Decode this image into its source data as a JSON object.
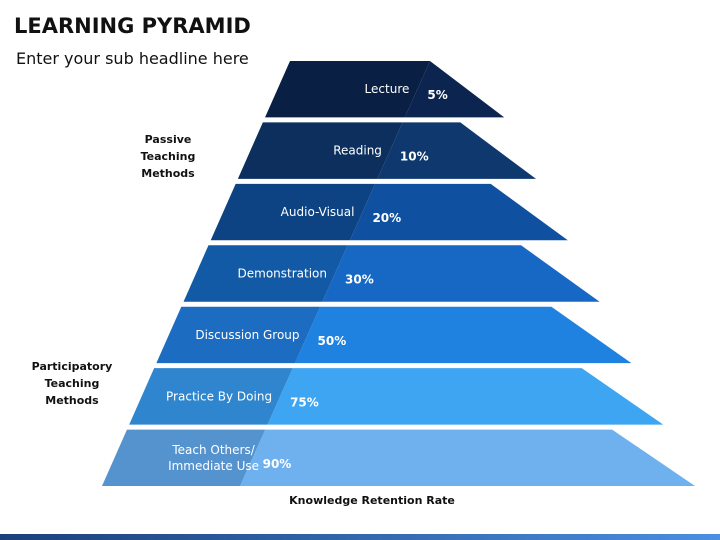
{
  "title": "LEARNING PYRAMID",
  "subtitle": "Enter your sub headline here",
  "groups": {
    "passive": [
      "Passive",
      "Teaching",
      "Methods"
    ],
    "participatory": [
      "Participatory",
      "Teaching",
      "Methods"
    ]
  },
  "footer": "Knowledge Retention Rate",
  "levels": [
    {
      "label": [
        "Lecture"
      ],
      "percent": "5%",
      "retention": 5,
      "left_color": "#0a1f44",
      "right_color": "#0c2450"
    },
    {
      "label": [
        "Reading"
      ],
      "percent": "10%",
      "retention": 10,
      "left_color": "#0c2f5e",
      "right_color": "#0f396e"
    },
    {
      "label": [
        "Audio-Visual"
      ],
      "percent": "20%",
      "retention": 20,
      "left_color": "#0d4383",
      "right_color": "#1050a0"
    },
    {
      "label": [
        "Demonstration"
      ],
      "percent": "30%",
      "retention": 30,
      "left_color": "#125aa5",
      "right_color": "#1668c4"
    },
    {
      "label": [
        "Discussion Group"
      ],
      "percent": "50%",
      "retention": 50,
      "left_color": "#1c6cc2",
      "right_color": "#1f82e0"
    },
    {
      "label": [
        "Practice By Doing"
      ],
      "percent": "75%",
      "retention": 75,
      "left_color": "#2f86cf",
      "right_color": "#3da5f2"
    },
    {
      "label": [
        "Teach Others/",
        "Immediate Use"
      ],
      "percent": "90%",
      "retention": 90,
      "left_color": "#5593cf",
      "right_color": "#6fb1ef"
    }
  ],
  "colors": {
    "bottom_bar_left": "#1d3f7a",
    "bottom_bar_right": "#4a8fe0"
  }
}
